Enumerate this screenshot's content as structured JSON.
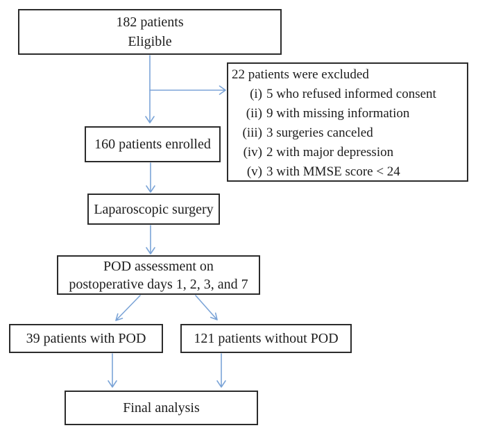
{
  "figure": {
    "type": "patient-flow-diagram",
    "background_color": "#ffffff",
    "arrow_color": "#7ba4d7",
    "box_border_color": "#2b2b2b",
    "text_color": "#1c1c1c"
  },
  "nodes": {
    "eligible": {
      "lines": [
        "182 patients",
        "Eligible"
      ]
    },
    "excluded": {
      "title": "22 patients were excluded",
      "items": [
        {
          "marker": "(i)",
          "text": "5 who refused informed consent"
        },
        {
          "marker": "(ii)",
          "text": "9 with missing information"
        },
        {
          "marker": "(iii)",
          "text": "3 surgeries canceled"
        },
        {
          "marker": "(iv)",
          "text": "2 with major depression"
        },
        {
          "marker": "(v)",
          "text": "3 with MMSE score < 24"
        }
      ]
    },
    "enrolled": {
      "label": "160 patients enrolled"
    },
    "surgery": {
      "label": "Laparoscopic surgery"
    },
    "assessment": {
      "lines": [
        "POD assessment on",
        "postoperative days 1, 2, 3, and 7"
      ]
    },
    "with_pod": {
      "label": "39 patients with POD"
    },
    "without_pod": {
      "label": "121 patients without POD"
    },
    "final": {
      "label": "Final analysis"
    }
  },
  "edges": [
    {
      "from": "eligible",
      "to": "enrolled"
    },
    {
      "from": "eligible",
      "to": "excluded"
    },
    {
      "from": "enrolled",
      "to": "surgery"
    },
    {
      "from": "surgery",
      "to": "assessment"
    },
    {
      "from": "assessment",
      "to": "with_pod"
    },
    {
      "from": "assessment",
      "to": "without_pod"
    },
    {
      "from": "with_pod",
      "to": "final"
    },
    {
      "from": "without_pod",
      "to": "final"
    }
  ]
}
